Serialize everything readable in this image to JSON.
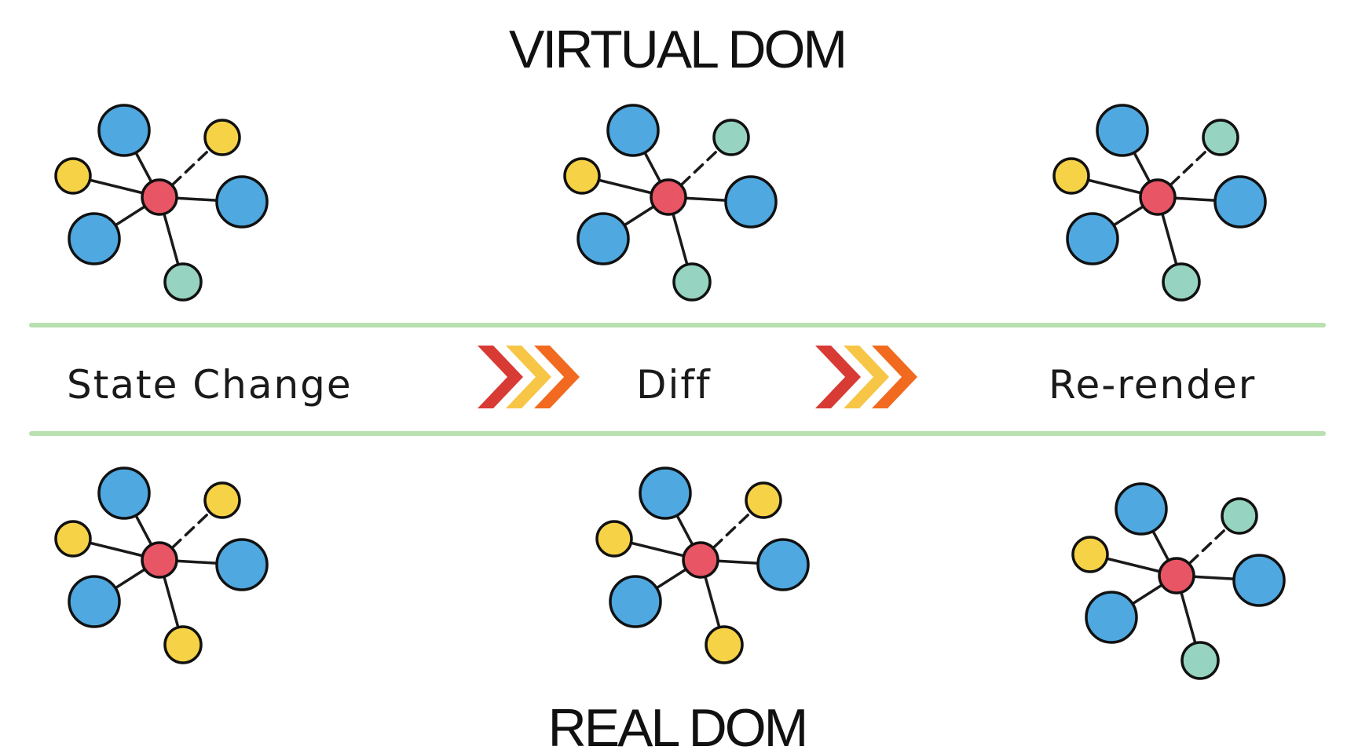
{
  "titles": {
    "top": "VIRTUAL DOM",
    "bottom": "REAL DOM"
  },
  "steps": [
    "State Change",
    "Diff",
    "Re-render"
  ],
  "colors": {
    "center": "#e85565",
    "blue": "#4fa8e0",
    "yellow": "#f6d247",
    "teal": "#96d3c1",
    "divider": "#b9e0b0",
    "chevron_red": "#d83a34",
    "chevron_yellow": "#f7c646",
    "chevron_orange": "#f26a1f"
  },
  "trees": [
    {
      "name": "virtual-dom-state-change-tree",
      "leaves": [
        "blue",
        "yellow",
        "yellow",
        "blue",
        "blue",
        "teal"
      ]
    },
    {
      "name": "virtual-dom-diff-tree",
      "leaves": [
        "blue",
        "teal",
        "yellow",
        "blue",
        "blue",
        "teal"
      ]
    },
    {
      "name": "virtual-dom-rerender-tree",
      "leaves": [
        "blue",
        "teal",
        "yellow",
        "blue",
        "blue",
        "teal"
      ]
    },
    {
      "name": "real-dom-state-change-tree",
      "leaves": [
        "blue",
        "yellow",
        "yellow",
        "blue",
        "blue",
        "yellow"
      ]
    },
    {
      "name": "real-dom-diff-tree",
      "leaves": [
        "blue",
        "yellow",
        "yellow",
        "blue",
        "blue",
        "yellow"
      ]
    },
    {
      "name": "real-dom-rerender-tree",
      "leaves": [
        "blue",
        "teal",
        "yellow",
        "blue",
        "blue",
        "teal"
      ]
    }
  ]
}
